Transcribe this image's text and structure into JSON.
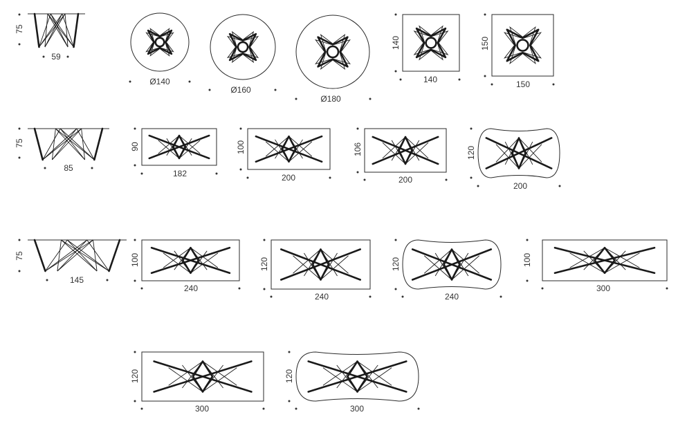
{
  "drawings": [
    {
      "id": "elev-59",
      "kind": "elevation",
      "height": "75",
      "width": "59"
    },
    {
      "id": "round-140",
      "kind": "top",
      "shape": "round",
      "width": "Ø140"
    },
    {
      "id": "round-160",
      "kind": "top",
      "shape": "round",
      "width": "Ø160"
    },
    {
      "id": "round-180",
      "kind": "top",
      "shape": "round",
      "width": "Ø180"
    },
    {
      "id": "square-140",
      "kind": "top",
      "shape": "square",
      "height": "140",
      "width": "140"
    },
    {
      "id": "square-150",
      "kind": "top",
      "shape": "square",
      "height": "150",
      "width": "150"
    },
    {
      "id": "elev-85",
      "kind": "elevation",
      "height": "75",
      "width": "85"
    },
    {
      "id": "rect-182x90",
      "kind": "top",
      "shape": "rectangular",
      "height": "90",
      "width": "182"
    },
    {
      "id": "rect-200x100",
      "kind": "top",
      "shape": "rectangular",
      "height": "100",
      "width": "200"
    },
    {
      "id": "rect-200x106",
      "kind": "top",
      "shape": "rectangular",
      "height": "106",
      "width": "200"
    },
    {
      "id": "barrel-200x120",
      "kind": "top",
      "shape": "barrel",
      "height": "120",
      "width": "200"
    },
    {
      "id": "elev-145",
      "kind": "elevation",
      "height": "75",
      "width": "145"
    },
    {
      "id": "rect-240x100",
      "kind": "top",
      "shape": "rectangular",
      "height": "100",
      "width": "240"
    },
    {
      "id": "rect-240x120",
      "kind": "top",
      "shape": "rectangular",
      "height": "120",
      "width": "240"
    },
    {
      "id": "barrel-240x120",
      "kind": "top",
      "shape": "barrel",
      "height": "120",
      "width": "240"
    },
    {
      "id": "rect-300x100",
      "kind": "top",
      "shape": "rectangular",
      "height": "100",
      "width": "300"
    },
    {
      "id": "rect-300x120",
      "kind": "top",
      "shape": "rectangular",
      "height": "120",
      "width": "300"
    },
    {
      "id": "barrel-300x120",
      "kind": "top",
      "shape": "barrel",
      "height": "120",
      "width": "300"
    }
  ]
}
